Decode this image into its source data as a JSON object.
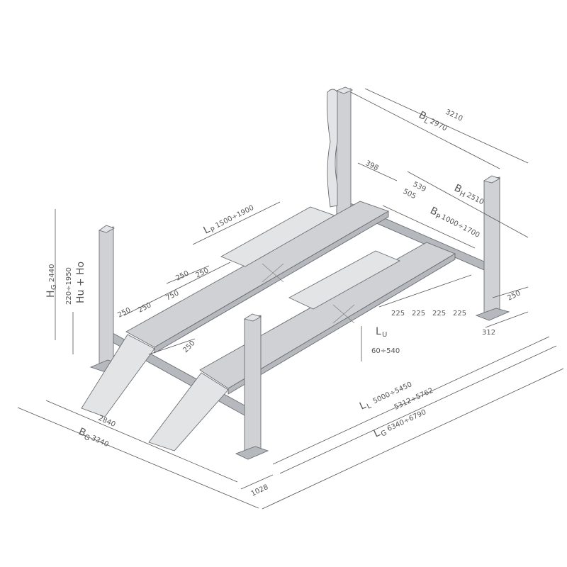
{
  "title": "Four-post lift dimension drawing",
  "dimensions": {
    "overall_width": "3210",
    "bl": {
      "symbol": "B",
      "sub": "L",
      "value": "2970"
    },
    "bh": {
      "symbol": "B",
      "sub": "H",
      "value": "2510"
    },
    "bp": {
      "symbol": "B",
      "sub": "P",
      "value": "1000÷1700"
    },
    "d398": "398",
    "d539": "539",
    "d505": "505",
    "lp": {
      "symbol": "L",
      "sub": "P",
      "value": "1500÷1900"
    },
    "hg": {
      "symbol": "H",
      "sub": "G",
      "value": "2440"
    },
    "hu_ho": {
      "label": "Hu + Ho",
      "value": "220÷1950"
    },
    "runway_segments": [
      "250",
      "250",
      "750",
      "250",
      "250"
    ],
    "ramp_offset": "250",
    "right_250": "250",
    "d312": "312",
    "plate_segments": [
      "225",
      "225",
      "225",
      "225"
    ],
    "lu": {
      "symbol": "L",
      "sub": "U",
      "value": "60÷540"
    },
    "ll": {
      "symbol": "L",
      "sub": "L",
      "value": "5000÷5450"
    },
    "d5312": "5312÷5762",
    "lg": {
      "symbol": "L",
      "sub": "G",
      "value": "6340÷6790"
    },
    "d2840": "2840",
    "bg": {
      "symbol": "B",
      "sub": "G",
      "value": "3340"
    },
    "d1028": "1028"
  }
}
